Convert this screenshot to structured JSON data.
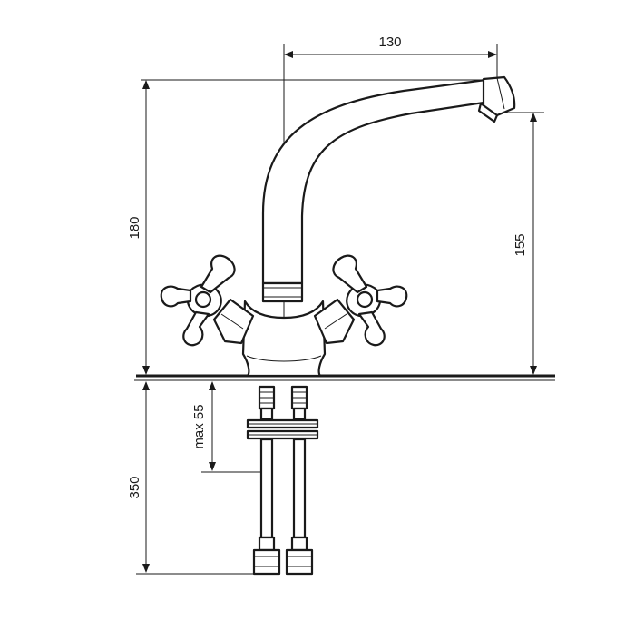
{
  "drawing": {
    "type": "technical dimension drawing",
    "dimensions": {
      "spout_reach": "130",
      "total_height": "180",
      "spout_height": "155",
      "hose_length": "350",
      "max_thread": "max 55"
    }
  }
}
